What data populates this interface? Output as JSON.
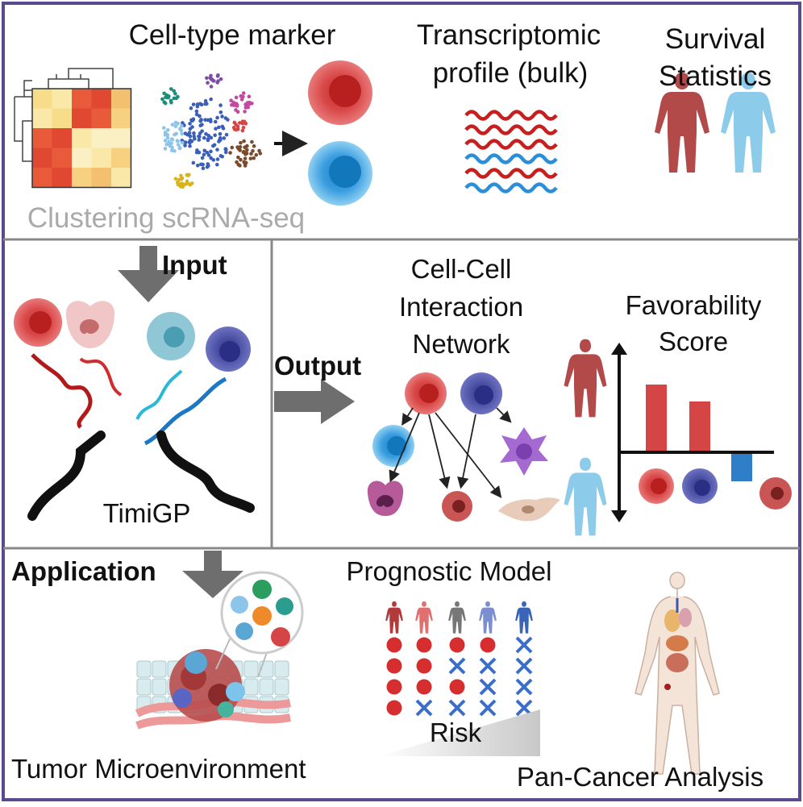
{
  "top": {
    "marker_label": "Cell-type marker",
    "clustering_label": "Clustering scRNA-seq",
    "transcriptomic_label_1": "Transcriptomic",
    "transcriptomic_label_2": "profile (bulk)",
    "survival_label_1": "Survival",
    "survival_label_2": "Statistics"
  },
  "middle": {
    "input_label": "Input",
    "timigp_label": "TimiGP",
    "output_label": "Output",
    "network_label_1": "Cell-Cell",
    "network_label_2": "Interaction",
    "network_label_3": "Network",
    "favorability_label_1": "Favorability",
    "favorability_label_2": "Score"
  },
  "bottom": {
    "application_label": "Application",
    "tme_label": "Tumor Microenvironment",
    "prognostic_label": "Prognostic Model",
    "risk_label": "Risk",
    "pancancer_label": "Pan-Cancer Analysis"
  },
  "colors": {
    "frame": "#5b4a8e",
    "divider": "#888888",
    "red": "#d64545",
    "dark_red": "#a32020",
    "blue": "#2f8fd8",
    "light_blue": "#7cc4ec",
    "navy": "#3a3f9a",
    "purple": "#9b59c9",
    "gray_arrow": "#6e6e6e",
    "teal": "#2a9d8f"
  },
  "icons": [
    "heatmap-icon",
    "tsne-icon",
    "red-cell-icon",
    "blue-cell-icon",
    "wave-icon",
    "human-red-icon",
    "human-blue-icon",
    "neutrophil-icon",
    "macrophage-icon",
    "dendritic-icon",
    "fibroblast-icon",
    "tissue-icon",
    "human-anatomy-icon"
  ],
  "chart_data": {
    "type": "bar",
    "categories": [
      "red cell",
      "navy cell",
      "blue cell",
      "dark red cell"
    ],
    "values": [
      2.8,
      2.1,
      -1.2,
      0
    ],
    "title": "Favorability Score",
    "xlabel": "",
    "ylabel": ""
  }
}
